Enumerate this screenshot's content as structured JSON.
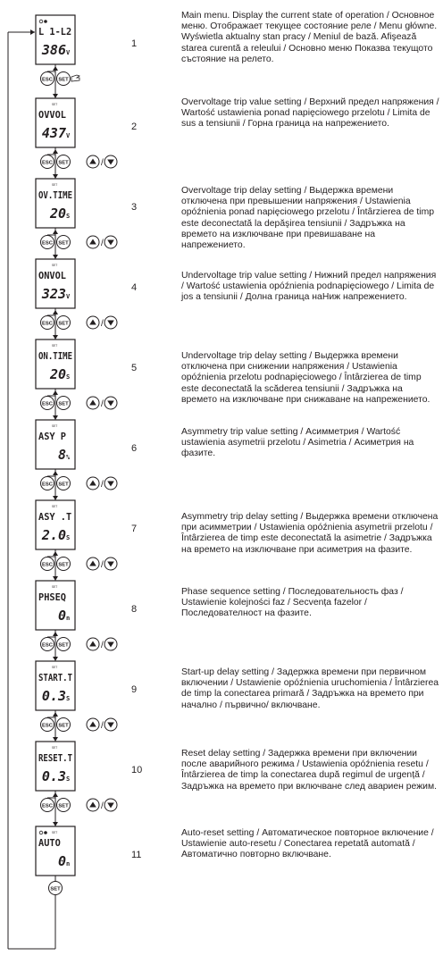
{
  "screens": [
    {
      "num": "1",
      "l1": "L 1-L2",
      "l2": "386",
      "unit": "V",
      "set": "",
      "icons": true,
      "btns": "esc-set-hand",
      "desc": "Main menu. Display the current state of operation / Основное меню. Отображает текущее состояние реле / Menu główne. Wyświetla aktualny stan pracy / Meniul de bază. Afişează starea curentă a releului / Основно меню Показва текущото състояние на релето."
    },
    {
      "num": "2",
      "l1": "OVVOL",
      "l2": "437",
      "unit": "V",
      "set": "SET",
      "icons": false,
      "btns": "esc-set-arrows",
      "desc": "Overvoltage trip value setting / Верхний предел напряжения / Wartość ustawienia ponad napięciowego przelotu / Limita de sus a tensiunii / Горна граница на напрежението."
    },
    {
      "num": "3",
      "l1": "OV.TIME",
      "l2": "20",
      "unit": "S",
      "set": "SET",
      "icons": false,
      "btns": "esc-set-arrows",
      "desc": "Overvoltage trip delay setting / Выдержка времени отключена при превышении напряжения / Ustawienia opóźnienia ponad napięciowego przelotu / Întârzierea de timp este deconectată la depăşirea tensiunii / Задръжка на времето на изключване при превишаване на напрежението."
    },
    {
      "num": "4",
      "l1": "ONVOL",
      "l2": "323",
      "unit": "V",
      "set": "SET",
      "icons": false,
      "btns": "esc-set-arrows",
      "desc": "Undervoltage trip value setting / Нижний предел напряжения / Wartość ustawienia opóźnienia podnapięciowego / Limita de jos a tensiunii / Долна граница наНиж напрежението."
    },
    {
      "num": "5",
      "l1": "ON.TIME",
      "l2": "20",
      "unit": "S",
      "set": "SET",
      "icons": false,
      "btns": "esc-set-arrows",
      "desc": "Undervoltage trip delay setting / Выдержка времени отключена при снижении напряжения / Ustawienia opóźnienia przelotu podnapięciowego / Întârzierea de timp este deconectată la scăderea tensiunii / Задръжка на времето на изключване при снижаване на напрежението."
    },
    {
      "num": "6",
      "l1": "ASY P",
      "l2": "8",
      "unit": "%",
      "set": "SET",
      "icons": false,
      "btns": "esc-set-arrows",
      "desc": "Asymmetry trip value setting / Асимметрия / Wartość ustawienia asymetrii przelotu / Asimetria / Асиметрия на фазите."
    },
    {
      "num": "7",
      "l1": "ASY .T",
      "l2": "2.0",
      "unit": "S",
      "set": "SET",
      "icons": false,
      "btns": "esc-set-arrows",
      "desc": "Asymmetry trip delay setting / Выдержка времени отключена при асимметрии / Ustawienia opóźnienia asymetrii przelotu / Întârzierea de timp este deconectată la asimetrie / Задръжка на времето на изключване при асиметрия на фазите."
    },
    {
      "num": "8",
      "l1": "PHSEQ",
      "l2": "0",
      "unit": "n",
      "set": "SET",
      "icons": false,
      "btns": "esc-set-arrows",
      "desc": "Phase sequence setting / Последовательность фаз / Ustawienie kolejności faz / Secvența fazelor / Последователност на фазите."
    },
    {
      "num": "9",
      "l1": "START.T",
      "l2": "0.3",
      "unit": "S",
      "set": "SET",
      "icons": false,
      "btns": "esc-set-arrows",
      "desc": "Start-up delay setting / Задержка времени при первичном включении / Ustawienie opóźnienia uruchomienia / Întârzierea de timp la conectarea primară / Задръжка на времето при начално / първично/ включване."
    },
    {
      "num": "10",
      "l1": "RESET.T",
      "l2": "0.3",
      "unit": "S",
      "set": "SET",
      "icons": false,
      "btns": "esc-set-arrows",
      "desc": "Reset delay setting / Задержка времени при включении после аварийного режима / Ustawienia opóźnienia resetu / Întârzierea de timp la conectarea după regimul de urgență / Задръжка на времето при включване след авариен режим."
    },
    {
      "num": "11",
      "l1": "AUTO",
      "l2": "0",
      "unit": "n",
      "set": "SET",
      "icons": true,
      "btns": "set-only",
      "desc": "Auto-reset setting / Автоматическое повторное включение / Ustawienie auto-resetu / Conectarea repetată automată / Автоматично повторно включване."
    }
  ],
  "buttons": {
    "esc": "ESC",
    "set": "SET"
  },
  "colors": {
    "ink": "#231f20",
    "paper": "#ffffff"
  }
}
